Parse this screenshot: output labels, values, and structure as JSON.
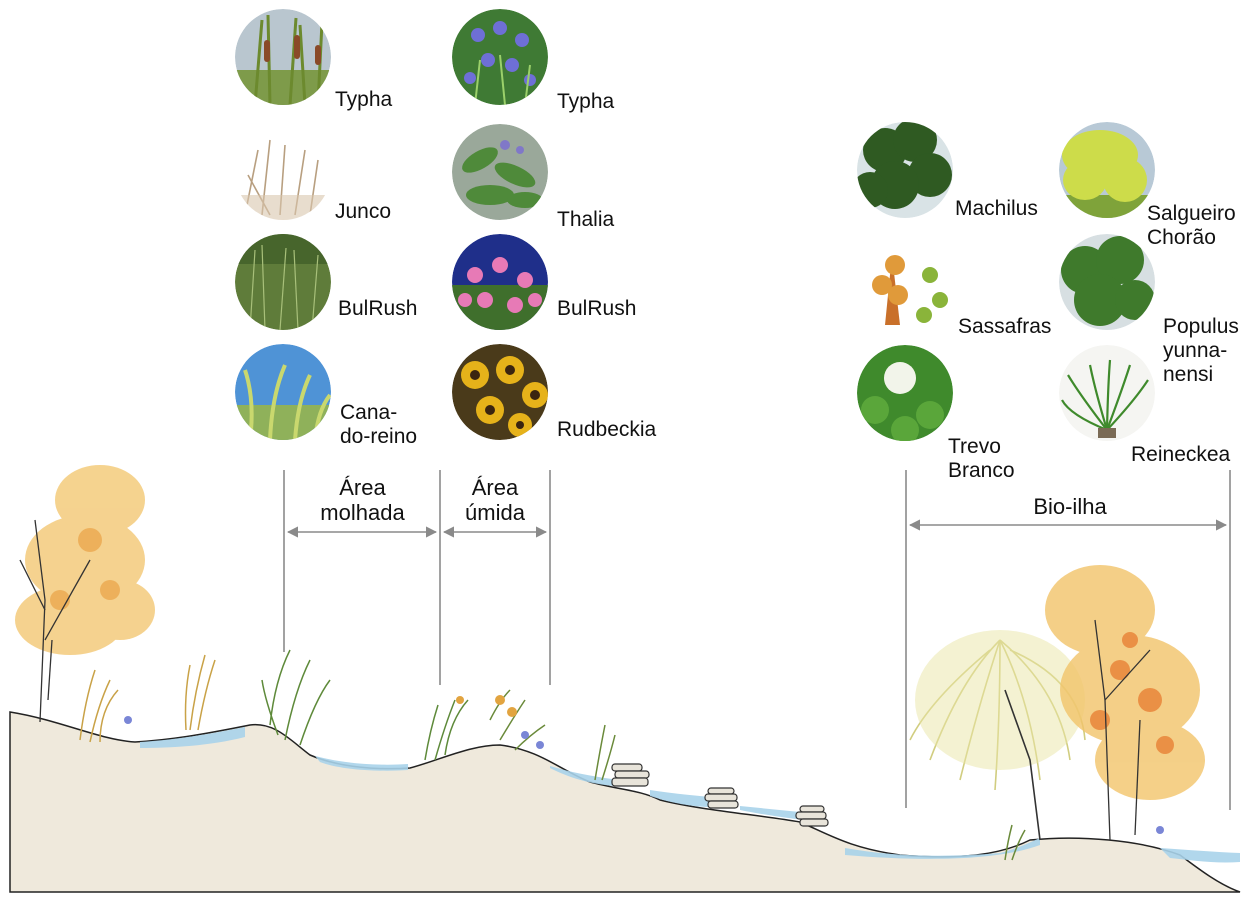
{
  "zones": {
    "wet": "Área\nmolhada",
    "humid": "Área\númida",
    "bio": "Bio-ilha"
  },
  "plants": [
    {
      "label": "Typha",
      "palette": "typha"
    },
    {
      "label": "Junco",
      "palette": "junco"
    },
    {
      "label": "BulRush",
      "palette": "bulrush"
    },
    {
      "label": "Cana-\ndo-reino",
      "palette": "cana"
    },
    {
      "label": "Typha",
      "palette": "iris"
    },
    {
      "label": "Thalia",
      "palette": "thalia"
    },
    {
      "label": "BulRush",
      "palette": "cosmos"
    },
    {
      "label": "Rudbeckia",
      "palette": "rudbeckia"
    },
    {
      "label": "Machilus",
      "palette": "machilus"
    },
    {
      "label": "Salgueiro\nChorão",
      "palette": "willow"
    },
    {
      "label": "Sassafras",
      "palette": "sassafras"
    },
    {
      "label": "Populus\nyunna-\nnensi",
      "palette": "populus"
    },
    {
      "label": "Trevo\nBranco",
      "palette": "clover"
    },
    {
      "label": "Reineckea",
      "palette": "reineckea"
    }
  ],
  "colors": {
    "ground": "#efe9dc",
    "water": "#a9d3ea",
    "foliage_yellow": "#f2c46a",
    "foliage_green": "#c9d98a",
    "dim_line": "#8a8a8a"
  }
}
